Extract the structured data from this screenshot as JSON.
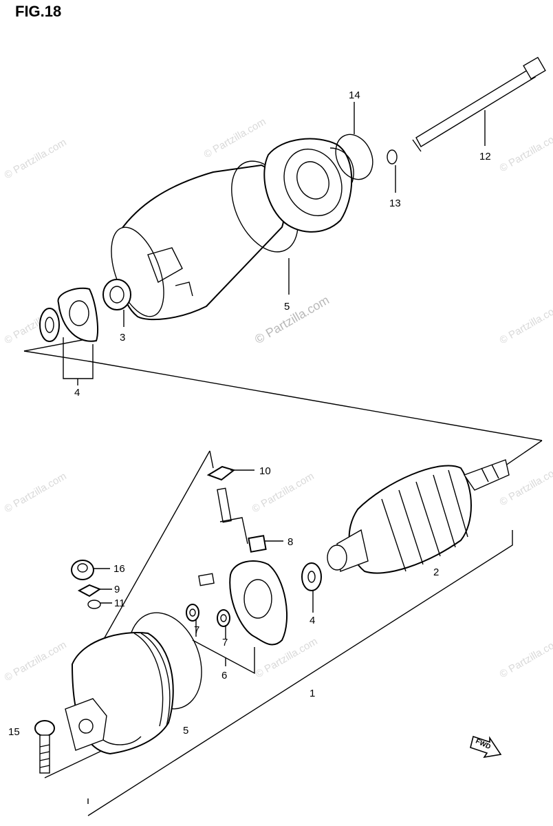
{
  "figure": {
    "title": "FIG.18"
  },
  "callouts": {
    "c1": "1",
    "c2": "2",
    "c3": "3",
    "c4_top": "4",
    "c4_mid": "4",
    "c5_top": "5",
    "c5_bottom": "5",
    "c6": "6",
    "c7_a": "7",
    "c7_b": "7",
    "c8": "8",
    "c9": "9",
    "c10": "10",
    "c11": "11",
    "c12": "12",
    "c13": "13",
    "c14": "14",
    "c15": "15",
    "c16": "16"
  },
  "direction_marker": {
    "label": "FWD"
  },
  "watermark": {
    "text": "© Partzilla.com"
  }
}
